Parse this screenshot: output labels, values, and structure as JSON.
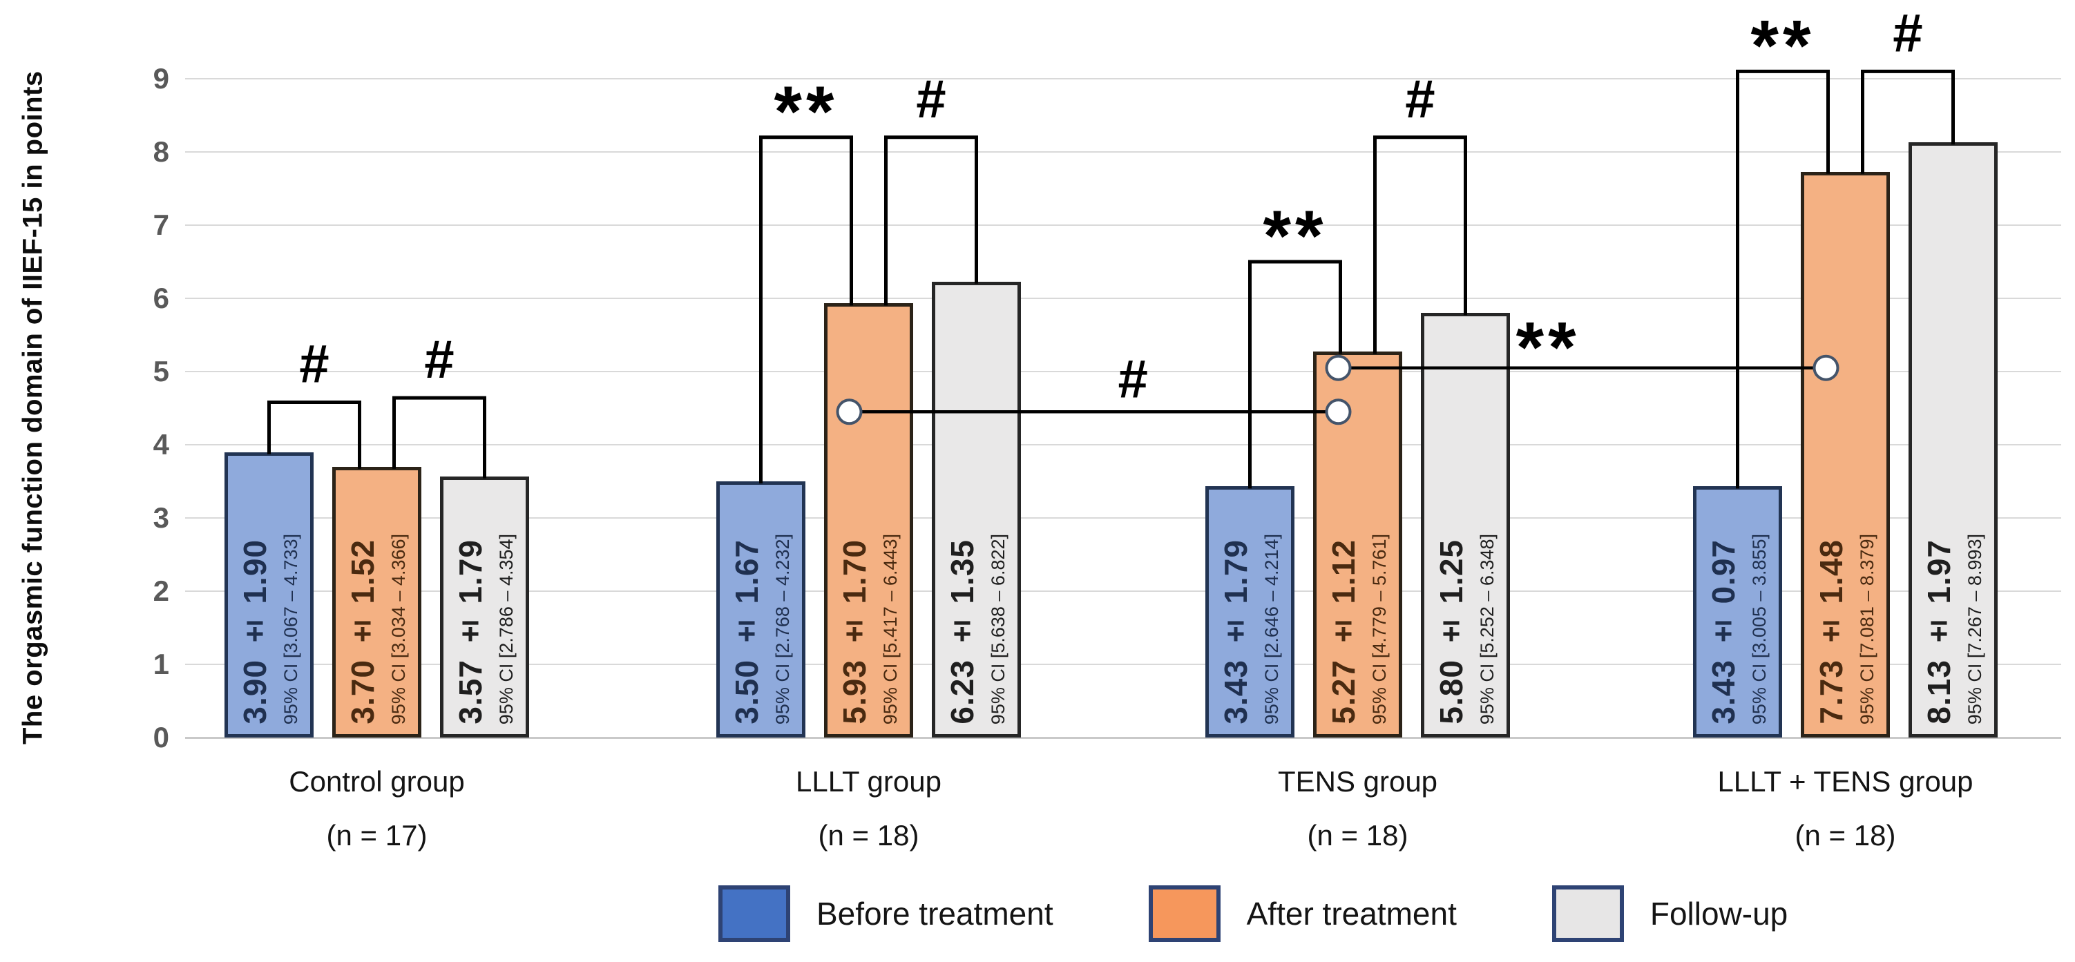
{
  "chart_data": {
    "type": "bar",
    "title": "",
    "xlabel": "",
    "ylabel": "The orgasmic function domain of IIEF-15 in points",
    "ylim": [
      0,
      9
    ],
    "yticks": [
      0,
      1,
      2,
      3,
      4,
      5,
      6,
      7,
      8,
      9
    ],
    "grid": true,
    "legend_position": "bottom",
    "series": [
      "Before treatment",
      "After treatment",
      "Follow-up"
    ],
    "groups": [
      {
        "label": "Control group",
        "n_label": "(n = 17)",
        "bars": [
          {
            "series": "Before treatment",
            "mean": 3.9,
            "sd": 1.9,
            "value_label": "3.90 ± 1.90",
            "ci_label": "95% CI [3.067 – 4.733]"
          },
          {
            "series": "After treatment",
            "mean": 3.7,
            "sd": 1.52,
            "value_label": "3.70 ± 1.52",
            "ci_label": "95% CI [3.034 – 4.366]"
          },
          {
            "series": "Follow-up",
            "mean": 3.57,
            "sd": 1.79,
            "value_label": "3.57 ± 1.79",
            "ci_label": "95% CI [2.786 – 4.354]"
          }
        ],
        "brackets": [
          {
            "from": 0,
            "to": 1,
            "symbol": "#",
            "top": 4.58
          },
          {
            "from": 1,
            "to": 2,
            "symbol": "#",
            "top": 4.64
          }
        ]
      },
      {
        "label": "LLLT group",
        "n_label": "(n = 18)",
        "bars": [
          {
            "series": "Before treatment",
            "mean": 3.5,
            "sd": 1.67,
            "value_label": "3.50 ± 1.67",
            "ci_label": "95% CI [2.768 – 4.232]"
          },
          {
            "series": "After treatment",
            "mean": 5.93,
            "sd": 1.7,
            "value_label": "5.93 ± 1.70",
            "ci_label": "95% CI [5.417 – 6.443]"
          },
          {
            "series": "Follow-up",
            "mean": 6.23,
            "sd": 1.35,
            "value_label": "6.23 ± 1.35",
            "ci_label": "95% CI [5.638 – 6.822]"
          }
        ],
        "brackets": [
          {
            "from": 0,
            "to": 1,
            "symbol": "**",
            "top": 8.2
          },
          {
            "from": 1,
            "to": 2,
            "symbol": "#",
            "top": 8.2
          }
        ]
      },
      {
        "label": "TENS group",
        "n_label": "(n = 18)",
        "bars": [
          {
            "series": "Before treatment",
            "mean": 3.43,
            "sd": 1.79,
            "value_label": "3.43 ± 1.79",
            "ci_label": "95% CI [2.646 – 4.214]"
          },
          {
            "series": "After treatment",
            "mean": 5.27,
            "sd": 1.12,
            "value_label": "5.27 ± 1.12",
            "ci_label": "95% CI [4.779 – 5.761]"
          },
          {
            "series": "Follow-up",
            "mean": 5.8,
            "sd": 1.25,
            "value_label": "5.80 ± 1.25",
            "ci_label": "95% CI [5.252 – 6.348]"
          }
        ],
        "brackets": [
          {
            "from": 0,
            "to": 1,
            "symbol": "**",
            "top": 6.5
          },
          {
            "from": 1,
            "to": 2,
            "symbol": "#",
            "top": 8.2
          }
        ]
      },
      {
        "label": "LLLT + TENS group",
        "n_label": "(n = 18)",
        "bars": [
          {
            "series": "Before treatment",
            "mean": 3.43,
            "sd": 0.97,
            "value_label": "3.43 ± 0.97",
            "ci_label": "95% CI [3.005 – 3.855]"
          },
          {
            "series": "After treatment",
            "mean": 7.73,
            "sd": 1.48,
            "value_label": "7.73 ± 1.48",
            "ci_label": "95% CI [7.081 – 8.379]"
          },
          {
            "series": "Follow-up",
            "mean": 8.13,
            "sd": 1.97,
            "value_label": "8.13 ± 1.97",
            "ci_label": "95% CI [7.267 – 8.993]"
          }
        ],
        "brackets": [
          {
            "from": 0,
            "to": 1,
            "symbol": "**",
            "top": 9.1
          },
          {
            "from": 1,
            "to": 2,
            "symbol": "#",
            "top": 9.1
          }
        ]
      }
    ],
    "connectors": [
      {
        "symbol": "#",
        "bar_index": 1,
        "from_group": 1,
        "to_group": 2,
        "at_value": 4.45,
        "label_frac": 0.58
      },
      {
        "symbol": "**",
        "bar_index": 1,
        "from_group": 2,
        "to_group": 3,
        "at_value": 5.05,
        "label_frac": 0.43
      }
    ],
    "legend": [
      {
        "label": "Before treatment",
        "fill": "#4472c4"
      },
      {
        "label": "After treatment",
        "fill": "#f6975c"
      },
      {
        "label": "Follow-up",
        "fill": "#e7e6e6"
      }
    ],
    "colors": {
      "bar_fills": [
        "#8faadc",
        "#f4b183",
        "#e9e8e8"
      ],
      "bar_borders": [
        "#223453",
        "#2b2318",
        "#262626"
      ],
      "bar_text": [
        "#1f3050",
        "#4a2a10",
        "#1f1f1f"
      ],
      "legend_border": "#2e4374",
      "marker_fill": "#ffffff",
      "marker_stroke": "#44546a",
      "bracket_stroke": "#000000",
      "grid": "#d9d9d9",
      "tick_text": "#595959"
    }
  }
}
